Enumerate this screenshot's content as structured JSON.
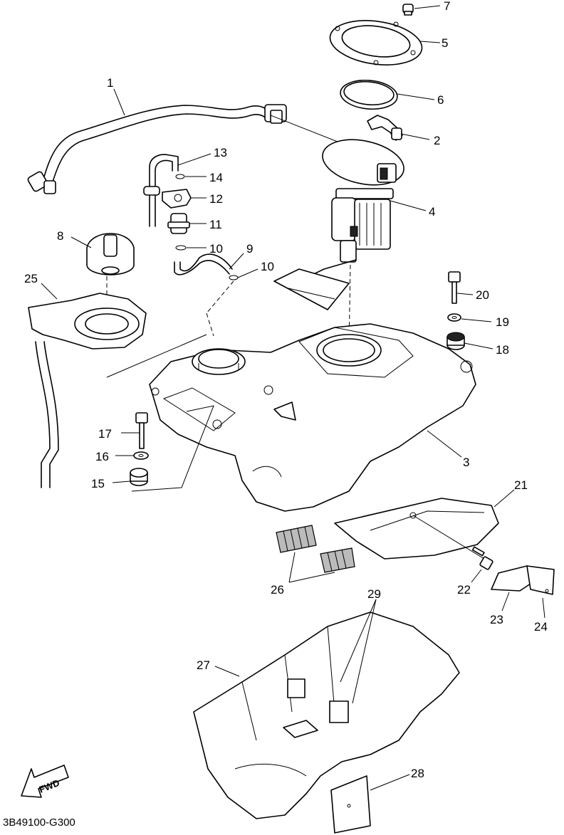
{
  "diagram_code": "3B49100-G300",
  "fwd_label": "FWD",
  "callouts": [
    {
      "id": "p1",
      "label": "1"
    },
    {
      "id": "p2",
      "label": "2"
    },
    {
      "id": "p3",
      "label": "3"
    },
    {
      "id": "p4",
      "label": "4"
    },
    {
      "id": "p5",
      "label": "5"
    },
    {
      "id": "p6",
      "label": "6"
    },
    {
      "id": "p7",
      "label": "7"
    },
    {
      "id": "p8",
      "label": "8"
    },
    {
      "id": "p9",
      "label": "9"
    },
    {
      "id": "p10a",
      "label": "10"
    },
    {
      "id": "p10b",
      "label": "10"
    },
    {
      "id": "p11",
      "label": "11"
    },
    {
      "id": "p12",
      "label": "12"
    },
    {
      "id": "p13",
      "label": "13"
    },
    {
      "id": "p14",
      "label": "14"
    },
    {
      "id": "p15",
      "label": "15"
    },
    {
      "id": "p16",
      "label": "16"
    },
    {
      "id": "p17",
      "label": "17"
    },
    {
      "id": "p18",
      "label": "18"
    },
    {
      "id": "p19",
      "label": "19"
    },
    {
      "id": "p20",
      "label": "20"
    },
    {
      "id": "p21",
      "label": "21"
    },
    {
      "id": "p22",
      "label": "22"
    },
    {
      "id": "p23",
      "label": "23"
    },
    {
      "id": "p24",
      "label": "24"
    },
    {
      "id": "p25",
      "label": "25"
    },
    {
      "id": "p26",
      "label": "26"
    },
    {
      "id": "p27",
      "label": "27"
    },
    {
      "id": "p28",
      "label": "28"
    },
    {
      "id": "p29",
      "label": "29"
    }
  ]
}
